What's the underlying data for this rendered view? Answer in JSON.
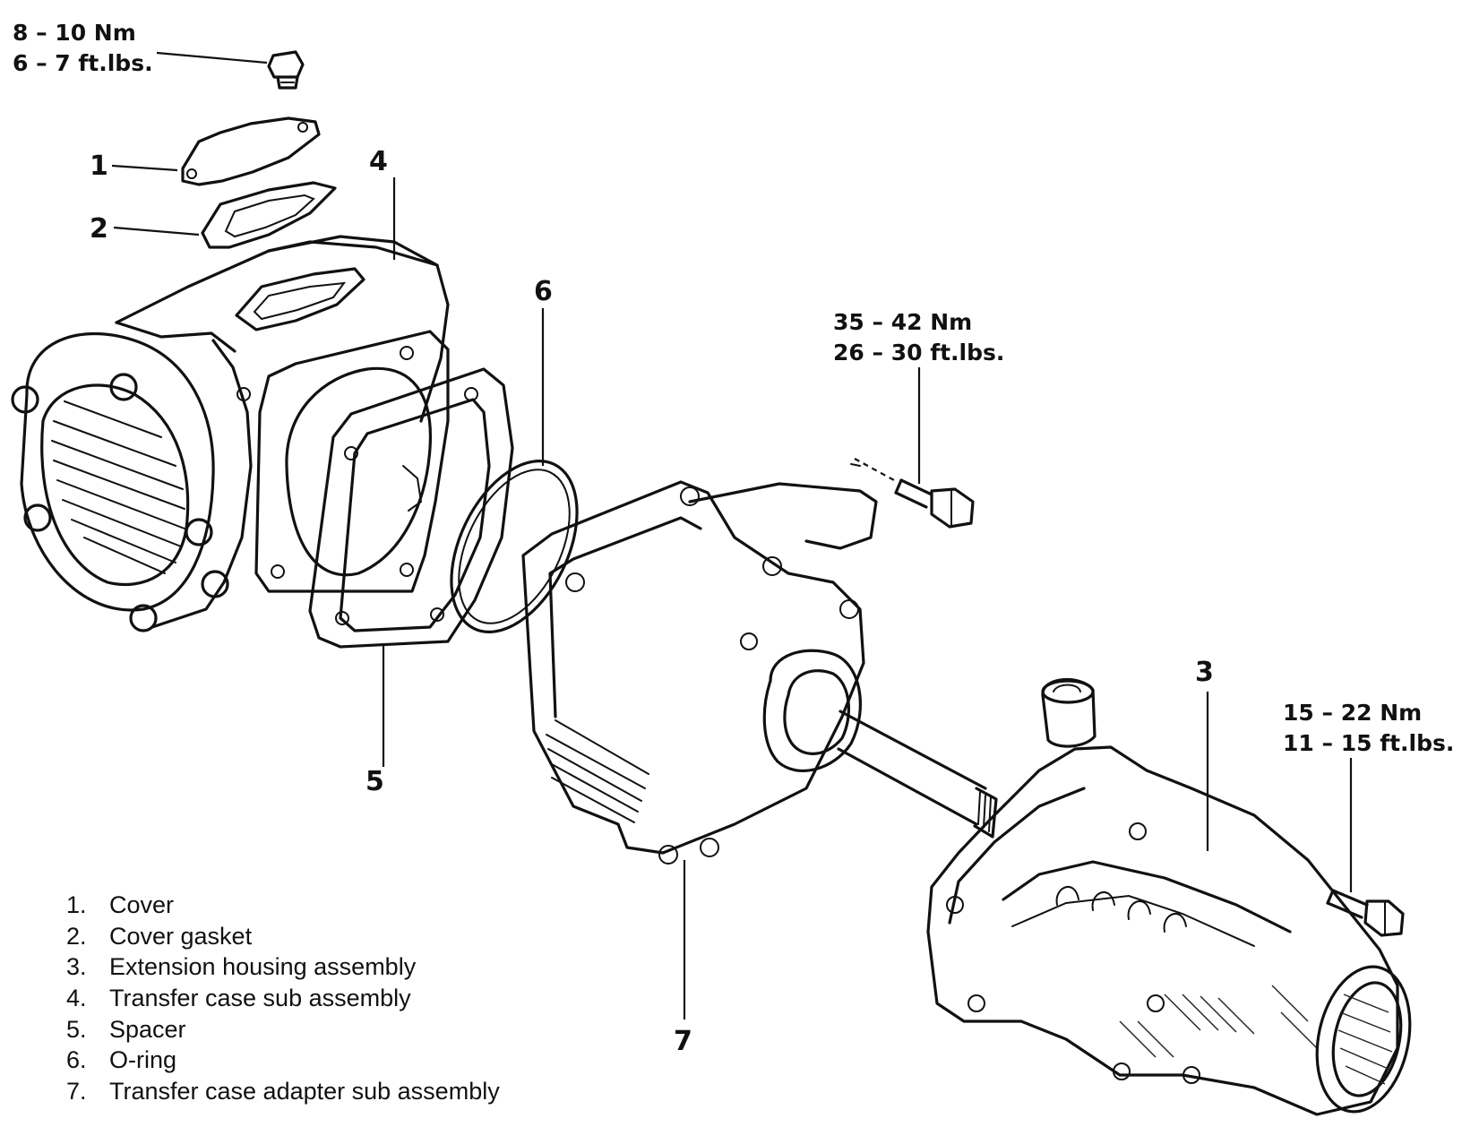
{
  "torque_specs": {
    "drain_plug": {
      "nm": "8 – 10 Nm",
      "ftlbs": "6 – 7 ft.lbs."
    },
    "adapter_bolt": {
      "nm": "35 – 42 Nm",
      "ftlbs": "26 – 30 ft.lbs."
    },
    "extension_bolt": {
      "nm": "15 – 22 Nm",
      "ftlbs": "11 – 15 ft.lbs."
    }
  },
  "callouts": {
    "c1": "1",
    "c2": "2",
    "c3": "3",
    "c4": "4",
    "c5": "5",
    "c6": "6",
    "c7": "7"
  },
  "legend": [
    {
      "num": "1.",
      "label": "Cover"
    },
    {
      "num": "2.",
      "label": "Cover gasket"
    },
    {
      "num": "3.",
      "label": "Extension housing assembly"
    },
    {
      "num": "4.",
      "label": "Transfer case sub assembly"
    },
    {
      "num": "5.",
      "label": "Spacer"
    },
    {
      "num": "6.",
      "label": "O-ring"
    },
    {
      "num": "7.",
      "label": "Transfer case adapter sub assembly"
    }
  ]
}
